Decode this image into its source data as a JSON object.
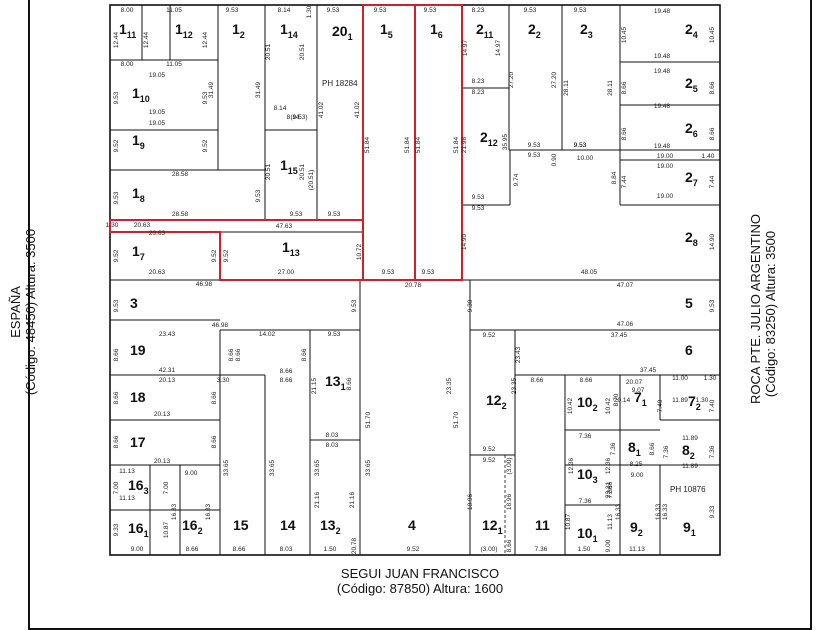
{
  "streets": {
    "bottom": {
      "name": "SEGUI JUAN FRANCISCO",
      "code": "(Código: 87850) Altura: 1600"
    },
    "left": {
      "name": "ESPAÑA",
      "code": "(Código: 48450) Altura: 3500"
    },
    "right": {
      "name": "ROCA PTE. JULIO ARGENTINO",
      "code": "(Código: 83250) Altura: 3500"
    }
  },
  "highlight_color": "#d0202a",
  "line_color": "#111111",
  "lots": [
    {
      "id": "1-11",
      "num": "1",
      "sub": "11"
    },
    {
      "id": "1-12",
      "num": "1",
      "sub": "12"
    },
    {
      "id": "1-2",
      "num": "1",
      "sub": "2"
    },
    {
      "id": "1-14",
      "num": "1",
      "sub": "14"
    },
    {
      "id": "20-1",
      "num": "20",
      "sub": "1"
    },
    {
      "id": "1-5",
      "num": "1",
      "sub": "5"
    },
    {
      "id": "1-6",
      "num": "1",
      "sub": "6"
    },
    {
      "id": "2-11",
      "num": "2",
      "sub": "11"
    },
    {
      "id": "2-2",
      "num": "2",
      "sub": "2"
    },
    {
      "id": "2-3",
      "num": "2",
      "sub": "3"
    },
    {
      "id": "2-4",
      "num": "2",
      "sub": "4"
    },
    {
      "id": "1-10",
      "num": "1",
      "sub": "10"
    },
    {
      "id": "2-5",
      "num": "2",
      "sub": "5"
    },
    {
      "id": "1-9",
      "num": "1",
      "sub": "9"
    },
    {
      "id": "2-12",
      "num": "2",
      "sub": "12"
    },
    {
      "id": "2-6",
      "num": "2",
      "sub": "6"
    },
    {
      "id": "1-15",
      "num": "1",
      "sub": "15"
    },
    {
      "id": "1-8",
      "num": "1",
      "sub": "8"
    },
    {
      "id": "2-7",
      "num": "2",
      "sub": "7"
    },
    {
      "id": "1-7",
      "num": "1",
      "sub": "7"
    },
    {
      "id": "1-13",
      "num": "1",
      "sub": "13"
    },
    {
      "id": "2-8",
      "num": "2",
      "sub": "8"
    },
    {
      "id": "3",
      "num": "3",
      "sub": ""
    },
    {
      "id": "5",
      "num": "5",
      "sub": ""
    },
    {
      "id": "19",
      "num": "19",
      "sub": ""
    },
    {
      "id": "6",
      "num": "6",
      "sub": ""
    },
    {
      "id": "13-1",
      "num": "13",
      "sub": "1"
    },
    {
      "id": "18",
      "num": "18",
      "sub": ""
    },
    {
      "id": "12-2",
      "num": "12",
      "sub": "2"
    },
    {
      "id": "10-2",
      "num": "10",
      "sub": "2"
    },
    {
      "id": "7-1",
      "num": "7",
      "sub": "1"
    },
    {
      "id": "7-2",
      "num": "7",
      "sub": "2"
    },
    {
      "id": "17",
      "num": "17",
      "sub": ""
    },
    {
      "id": "8-1",
      "num": "8",
      "sub": "1"
    },
    {
      "id": "8-2",
      "num": "8",
      "sub": "2"
    },
    {
      "id": "10-3",
      "num": "10",
      "sub": "3"
    },
    {
      "id": "16-3",
      "num": "16",
      "sub": "3"
    },
    {
      "id": "16-1",
      "num": "16",
      "sub": "1"
    },
    {
      "id": "16-2",
      "num": "16",
      "sub": "2"
    },
    {
      "id": "15",
      "num": "15",
      "sub": ""
    },
    {
      "id": "14",
      "num": "14",
      "sub": ""
    },
    {
      "id": "13-2",
      "num": "13",
      "sub": "2"
    },
    {
      "id": "4",
      "num": "4",
      "sub": ""
    },
    {
      "id": "12-1",
      "num": "12",
      "sub": "1"
    },
    {
      "id": "11",
      "num": "11",
      "sub": ""
    },
    {
      "id": "10-1",
      "num": "10",
      "sub": "1"
    },
    {
      "id": "9-2",
      "num": "9",
      "sub": "2"
    },
    {
      "id": "9-1",
      "num": "9",
      "sub": "1"
    }
  ],
  "ph_labels": [
    "PH 18284",
    "PH 10876"
  ],
  "dimensions": [
    "8.00",
    "11.05",
    "9.53",
    "8.14",
    "1.30",
    "9.53",
    "9.53",
    "9.53",
    "8.23",
    "9.53",
    "9.53",
    "19.48",
    "12.44",
    "12.44",
    "12.44",
    "20.51",
    "20.51",
    "14.97",
    "14.97",
    "10.45",
    "10.45",
    "8.00",
    "11.05",
    "19.48",
    "19.05",
    "31.49",
    "31.49",
    "27.20",
    "27.20",
    "28.11",
    "28.11",
    "8.23",
    "9.53",
    "9.53",
    "8.66",
    "8.66",
    "8.23",
    "19.48",
    "19.05",
    "41.02",
    "41.02",
    "8.14",
    "8.14",
    "(9.53)",
    "19.48",
    "9.52",
    "9.52",
    "51.84",
    "51.84",
    "51.84",
    "51.84",
    "35.95",
    "21.98",
    "9.53",
    "8.66",
    "8.66",
    "19.48",
    "19.05",
    "9.53",
    "9.53",
    "10.00",
    "19.00",
    "1.40",
    "20.51",
    "20.51",
    "(20.51)",
    "9.74",
    "0.90",
    "9.53",
    "8.84",
    "7.44",
    "7.44",
    "19.00",
    "9.53",
    "28.58",
    "9.53",
    "9.53",
    "19.00",
    "28.58",
    "9.53",
    "9.53",
    "9.53",
    "1.30",
    "20.63",
    "47.63",
    "14.90",
    "14.90",
    "20.63",
    "9.52",
    "9.52",
    "10.72",
    "9.52",
    "20.63",
    "27.00",
    "9.53",
    "9.53",
    "48.05",
    "46.98",
    "20.78",
    "47.07",
    "9.53",
    "9.53",
    "9.30",
    "9.53",
    "46.98",
    "47.06",
    "23.43",
    "14.02",
    "9.53",
    "9.52",
    "37.45",
    "8.66",
    "8.66",
    "8.66",
    "8.66",
    "23.43",
    "42.31",
    "8.66",
    "37.45",
    "20.13",
    "3.30",
    "8.66",
    "21.15",
    "23.35",
    "23.35",
    "8.66",
    "8.66",
    "20.07",
    "11.00",
    "1.30",
    "9.07",
    "8.66",
    "8.66",
    "8.66",
    "10.42",
    "10.42",
    "8.70",
    "7.40",
    "7.40",
    "20.13",
    "51.70",
    "51.70",
    "7.36",
    "20.14",
    "11.89",
    "1.30",
    "8.66",
    "8.66",
    "8.03",
    "9.52",
    "7.36",
    "8.66",
    "7.36",
    "11.89",
    "7.36",
    "20.13",
    "33.65",
    "33.65",
    "33.65",
    "8.03",
    "9.52",
    "(3.00)",
    "12.36",
    "12.36",
    "8.25",
    "7.36",
    "11.89",
    "11.13",
    "9.00",
    "33.65",
    "9.00",
    "7.00",
    "7.00",
    "7.36",
    "7.36",
    "11.13",
    "16.33",
    "16.33",
    "21.16",
    "21.16",
    "18.96",
    "18.96",
    "23.21",
    "16.33",
    "16.33",
    "16.33",
    "9.33",
    "9.33",
    "10.87",
    "10.87",
    "11.13",
    "9.00",
    "8.66",
    "8.66",
    "8.03",
    "1.50",
    "20.78",
    "9.52",
    "(3.00)",
    "8.66",
    "7.36",
    "1.50",
    "9.00",
    "11.13"
  ]
}
